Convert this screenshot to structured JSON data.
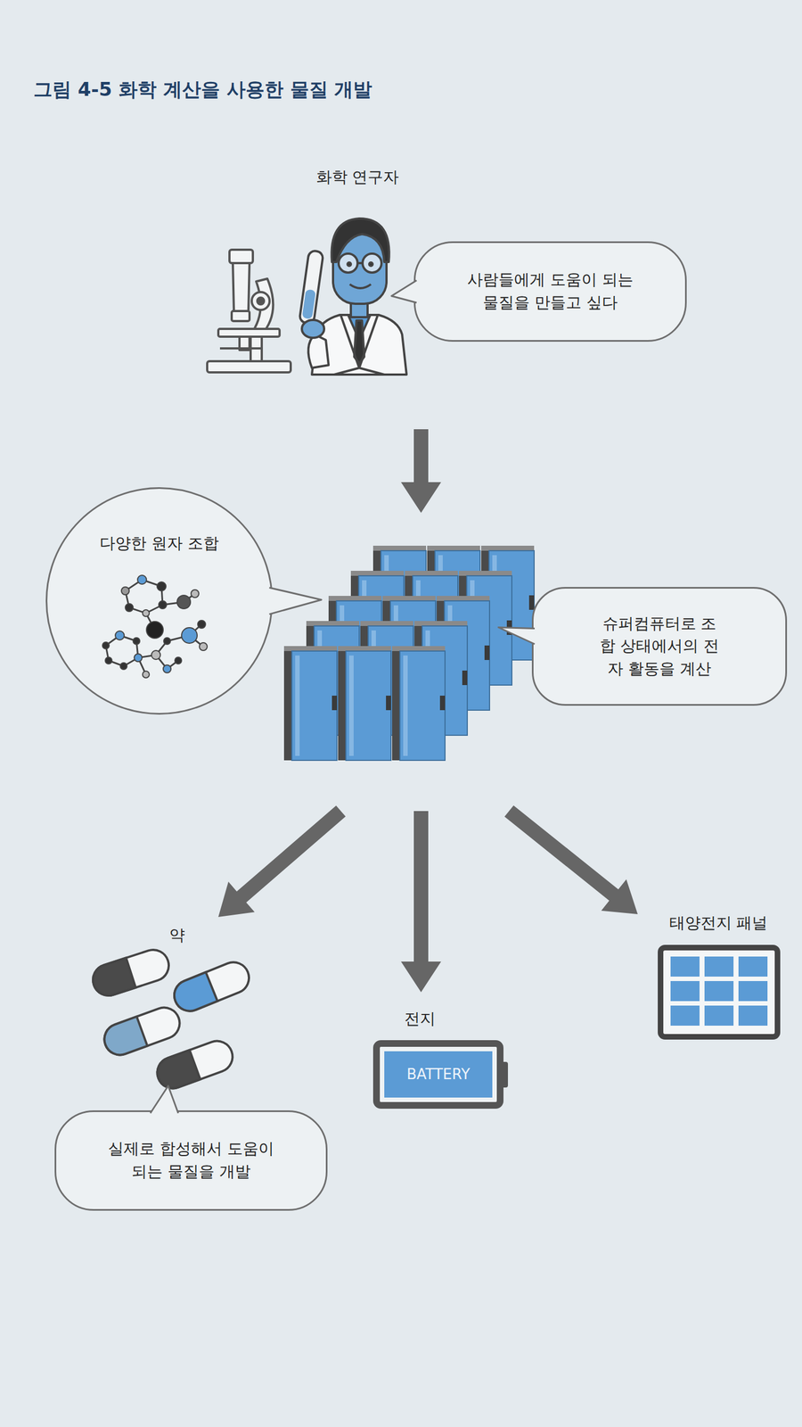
{
  "diagram": {
    "title": "그림 4-5 화학 계산을 사용한 물질 개발",
    "nodes": [
      {
        "text": [
          "사람들에게 도움이 되는 물질을 만들고 싶다"
        ]
      },
      {
        "text": [
          "다양한 원자 조합"
        ]
      },
      {
        "text": [
          "슈퍼컴퓨터로 조합 상태에서의 전자 활동을 계산"
        ]
      },
      {
        "text": [
          "BATTERY"
        ]
      },
      {
        "text": [
          "실제로 합성해서 도움이 되는 물질을 개발"
        ]
      }
    ],
    "labels": [
      "화학 연구자",
      "약",
      "전지",
      "태양전지 패널"
    ]
  }
}
